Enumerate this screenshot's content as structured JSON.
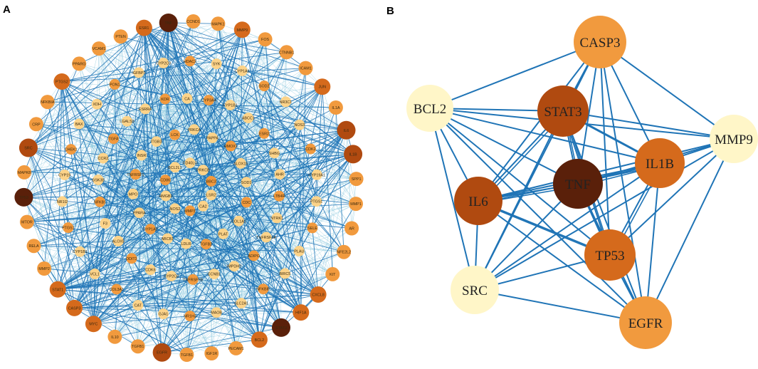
{
  "panel_a": {
    "label": "A",
    "outer_nodes": [
      {
        "name": "TNF",
        "level": 5
      },
      {
        "name": "CCND1",
        "level": 2
      },
      {
        "name": "MAPK1",
        "level": 2
      },
      {
        "name": "MMP9",
        "level": 3
      },
      {
        "name": "FOS",
        "level": 2
      },
      {
        "name": "CTNNB1",
        "level": 2
      },
      {
        "name": "ICAM1",
        "level": 2
      },
      {
        "name": "JUN",
        "level": 3
      },
      {
        "name": "IL1A",
        "level": 2
      },
      {
        "name": "IL6",
        "level": 4
      },
      {
        "name": "IL1B",
        "level": 4
      },
      {
        "name": "SPP1",
        "level": 2
      },
      {
        "name": "MMP1",
        "level": 2
      },
      {
        "name": "AR",
        "level": 2
      },
      {
        "name": "NFE2L2",
        "level": 2
      },
      {
        "name": "KIT",
        "level": 2
      },
      {
        "name": "CXCL8",
        "level": 3
      },
      {
        "name": "HIF1A",
        "level": 3
      },
      {
        "name": "STAT3",
        "level": 5
      },
      {
        "name": "BCL2",
        "level": 3
      },
      {
        "name": "PECAM1",
        "level": 2
      },
      {
        "name": "IGF1R",
        "level": 2
      },
      {
        "name": "TGFB1",
        "level": 2
      },
      {
        "name": "EGFR",
        "level": 4
      },
      {
        "name": "TGFB1",
        "level": 2
      },
      {
        "name": "IL10",
        "level": 2
      },
      {
        "name": "MYC",
        "level": 3
      },
      {
        "name": "CASP3",
        "level": 3
      },
      {
        "name": "STAT1",
        "level": 3
      },
      {
        "name": "MMP2",
        "level": 2
      },
      {
        "name": "RELA",
        "level": 2
      },
      {
        "name": "MTOR",
        "level": 2
      },
      {
        "name": "TP53",
        "level": 5
      },
      {
        "name": "MAPK8",
        "level": 2
      },
      {
        "name": "SRC",
        "level": 4
      },
      {
        "name": "CRP",
        "level": 2
      },
      {
        "name": "NFKBIA",
        "level": 2
      },
      {
        "name": "PTGS2",
        "level": 3
      },
      {
        "name": "PPARG",
        "level": 2
      },
      {
        "name": "VCAM1",
        "level": 2
      },
      {
        "name": "PTEN",
        "level": 2
      },
      {
        "name": "ESR1",
        "level": 3
      }
    ],
    "inner_nodes": [
      "HDAC2",
      "SYK",
      "CYP1A1",
      "SOD2",
      "NR3C1",
      "NOS3",
      "CDK2",
      "CYP19A1",
      "PTGS1",
      "SELE",
      "PLAU",
      "BIRC5",
      "NFKBIE",
      "SLC2A1",
      "MAOB",
      "NR1H3",
      "GJA1",
      "CAT",
      "COL3A1",
      "VCL1",
      "CYP1B1",
      "PTGS1",
      "NR1I2",
      "CYP19",
      "CHEK1",
      "BAX",
      "XDH",
      "PON1",
      "IGFBP3",
      "CYP2C9",
      "CYP3A4",
      "CYP1B1",
      "ABCC1",
      "ESR2",
      "SHBG",
      "AHR",
      "LTB4R",
      "NTRK1",
      "TNFRSF1A",
      "ADIPO",
      "IMPDH2",
      "CCNB1",
      "TNFRSF1B",
      "CYP2C8",
      "CDK6",
      "DDIT3",
      "ALOX5",
      "F3",
      "NFKB1",
      "GSK3B",
      "CCR2",
      "TGFA",
      "LGALS3",
      "ESRRA",
      "KDR",
      "CA",
      "PAPPA",
      "HMOX1",
      "ALOX15",
      "SOD1",
      "CDC",
      "COL1A1",
      "PLAT",
      "TGFB2",
      "LDLR",
      "ABCB1",
      "CYP1A2",
      "PPARA",
      "MPO",
      "TNFRSF1",
      "INSR",
      "ITGB3",
      "LCK",
      "PRKCA",
      "PRKCB",
      "BBC3",
      "LSR2",
      "CA2",
      "MMP3",
      "NOS2",
      "HMGB1",
      "CD86",
      "BCL2L1",
      "CD40LG"
    ]
  },
  "panel_b": {
    "label": "B",
    "nodes": [
      {
        "name": "CASP3",
        "level": 1
      },
      {
        "name": "BCL2",
        "level": 0
      },
      {
        "name": "STAT3",
        "level": 3
      },
      {
        "name": "MMP9",
        "level": 0
      },
      {
        "name": "IL1B",
        "level": 2
      },
      {
        "name": "TNF",
        "level": 4
      },
      {
        "name": "IL6",
        "level": 3
      },
      {
        "name": "TP53",
        "level": 2
      },
      {
        "name": "SRC",
        "level": 0
      },
      {
        "name": "EGFR",
        "level": 1
      }
    ]
  },
  "colors": {
    "levels": [
      "#fff6c8",
      "#fcd389",
      "#f19a3e",
      "#d56a1c",
      "#b04a10",
      "#5a200a"
    ],
    "edge_dark": "#1f74b6",
    "edge_light": "#8fc9df"
  }
}
